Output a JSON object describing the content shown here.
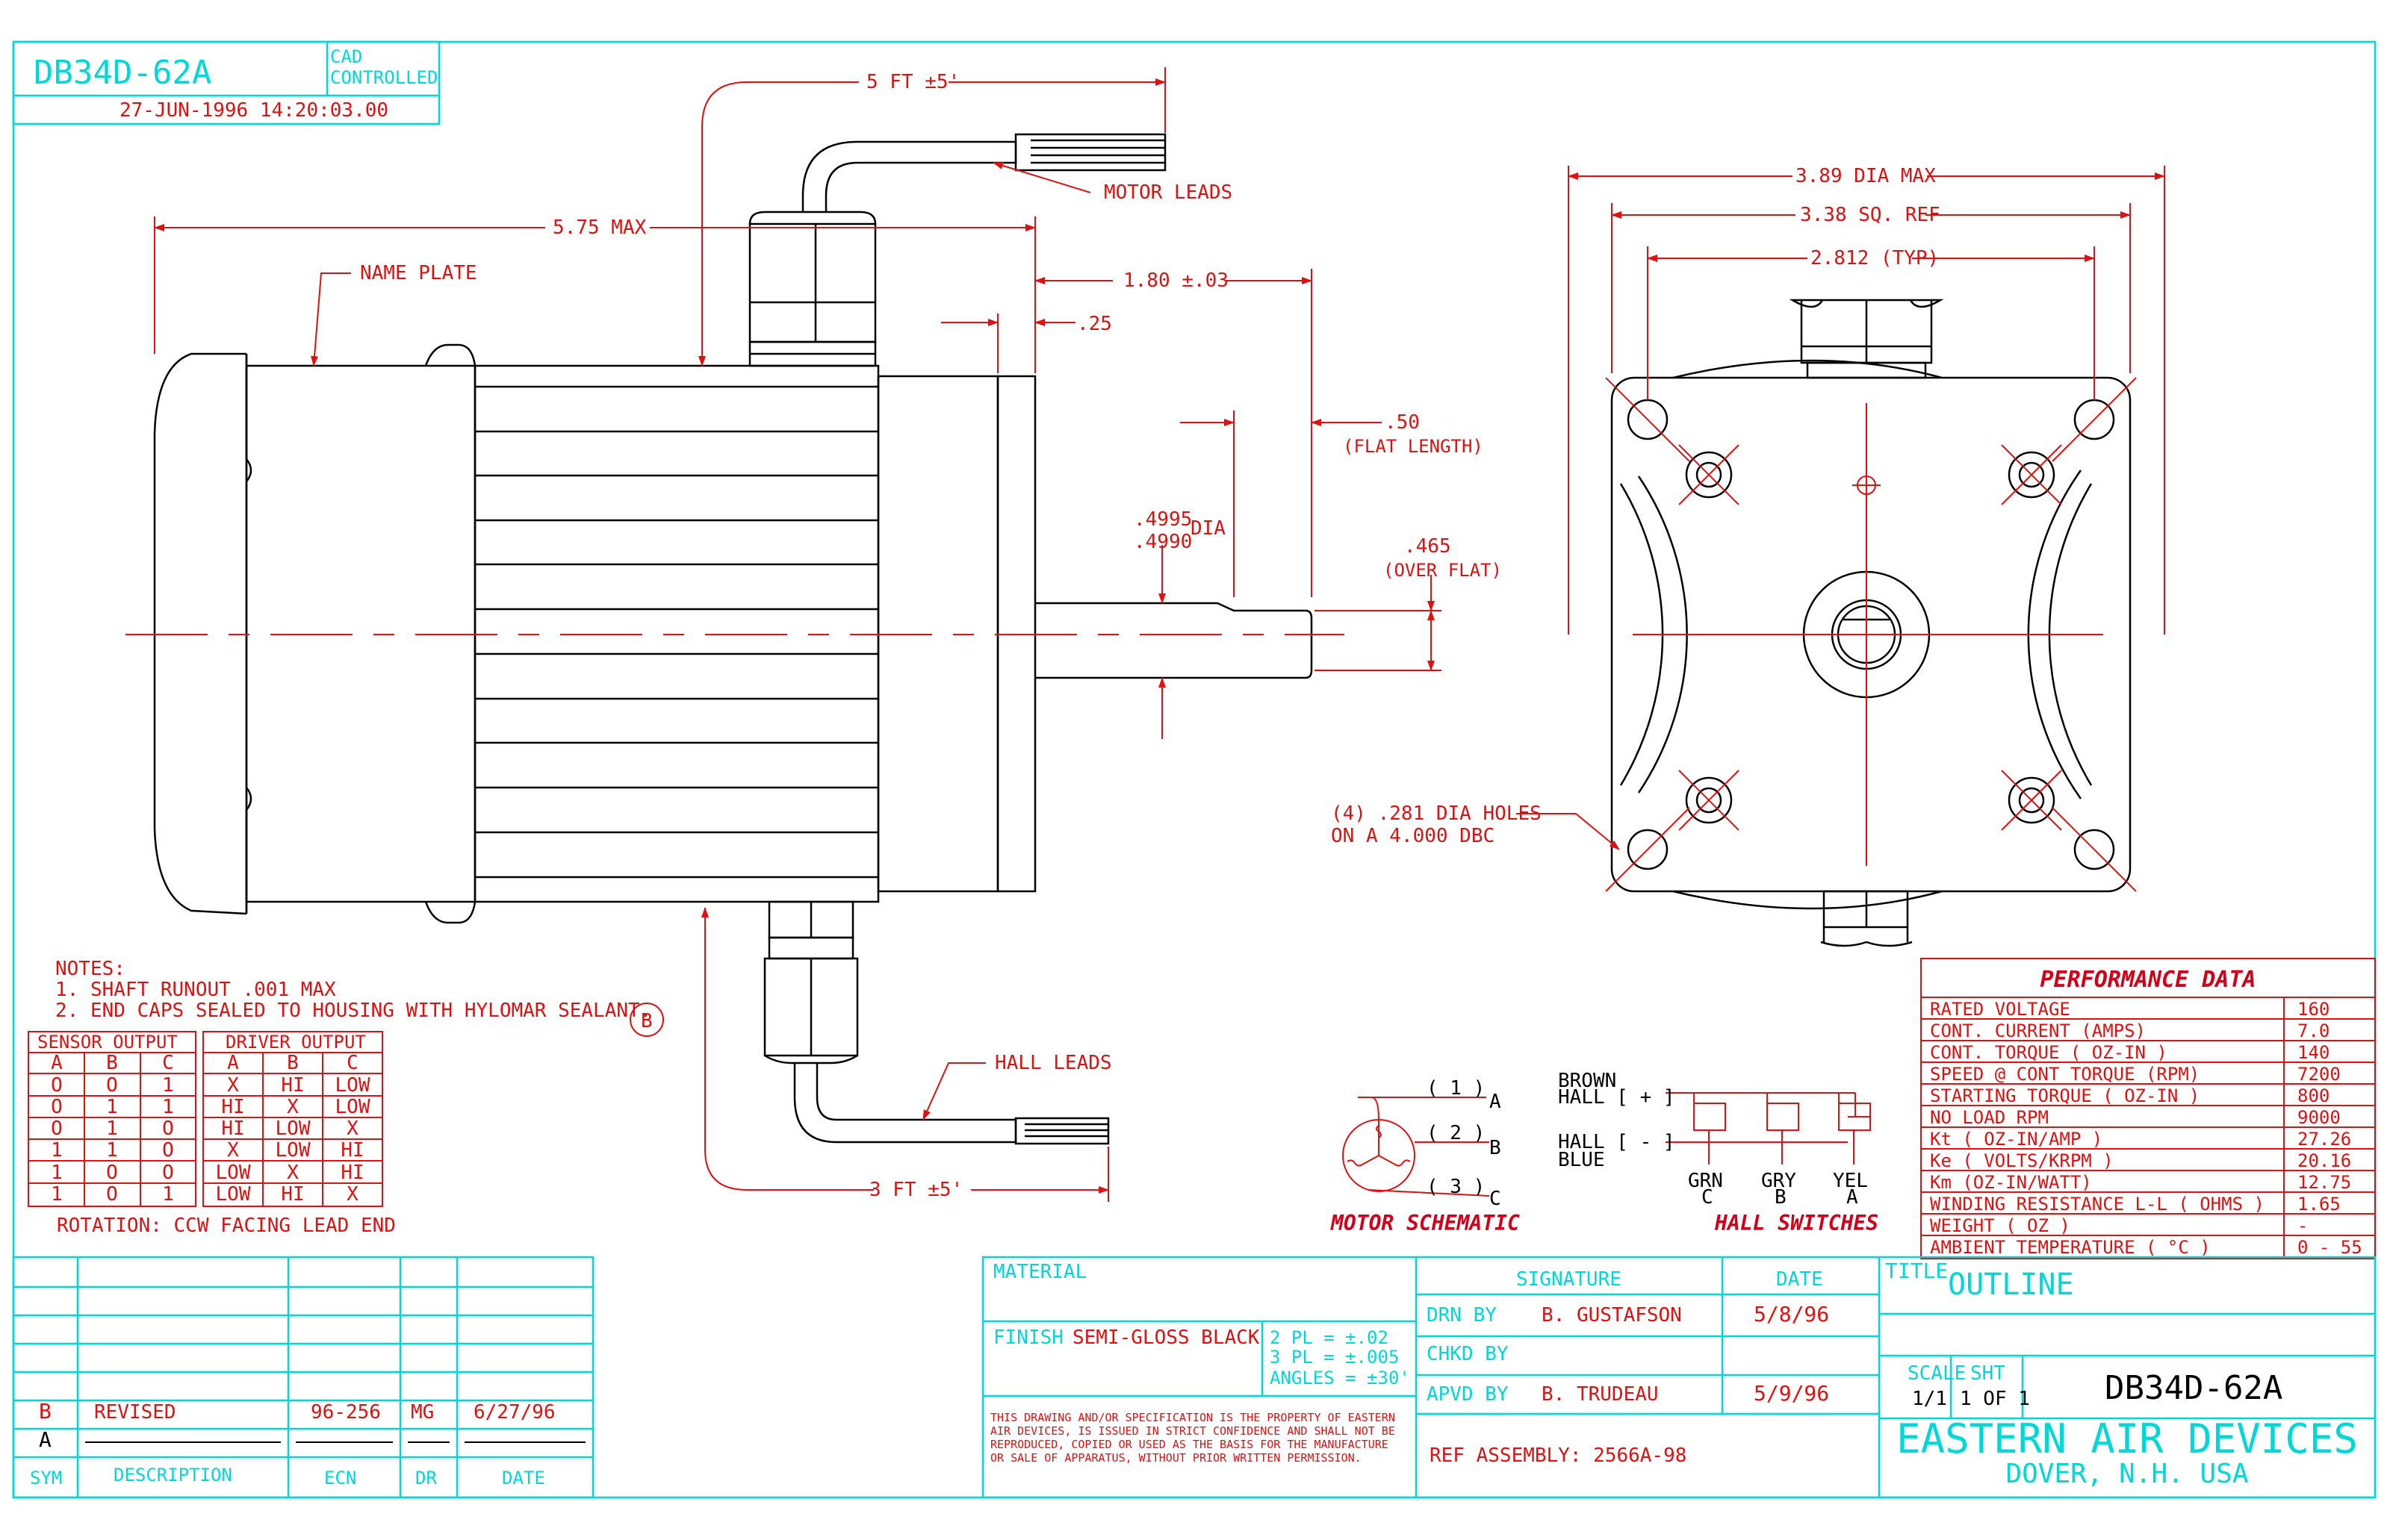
{
  "title_block": {
    "part_number": "DB34D-62A",
    "cad_line1": "CAD",
    "cad_line2": "CONTROLLED",
    "timestamp": "27-JUN-1996 14:20:03.00",
    "material_label": "MATERIAL",
    "finish_label": "FINISH",
    "finish_value": "SEMI-GLOSS BLACK",
    "tol_2pl": "2 PL  = ±.02",
    "tol_3pl": "3 PL  = ±.005",
    "tol_angles": "ANGLES = ±30'",
    "signature_header": "SIGNATURE",
    "date_header": "DATE",
    "drn_label": "DRN BY",
    "drn_name": "B. GUSTAFSON",
    "drn_date": "5/8/96",
    "chkd_label": "CHKD BY",
    "apvd_label": "APVD BY",
    "apvd_name": "B. TRUDEAU",
    "apvd_date": "5/9/96",
    "proprietary_1": "THIS DRAWING AND/OR SPECIFICATION IS THE PROPERTY OF EASTERN",
    "proprietary_2": "AIR DEVICES, IS ISSUED IN STRICT CONFIDENCE AND SHALL NOT BE",
    "proprietary_3": "REPRODUCED, COPIED OR USED AS THE BASIS FOR THE MANUFACTURE",
    "proprietary_4": "OR SALE OF APPARATUS, WITHOUT PRIOR WRITTEN PERMISSION.",
    "ref_assembly": "REF ASSEMBLY: 2566A-98",
    "title_label": "TITLE",
    "title_value": "OUTLINE",
    "scale_label": "SCALE",
    "scale_value": "1/1",
    "sht_label": "SHT",
    "sht_value": "1 OF 1",
    "company": "EASTERN  AIR  DEVICES",
    "location": "DOVER, N.H. USA"
  },
  "revisions": {
    "rows": [
      {
        "sym": "B",
        "description": "REVISED",
        "ecn": "96-256",
        "dr": "MG",
        "date": "6/27/96"
      },
      {
        "sym": "A",
        "description": "",
        "ecn": "",
        "dr": "",
        "date": ""
      }
    ],
    "headers": {
      "sym": "SYM",
      "description": "DESCRIPTION",
      "ecn": "ECN",
      "dr": "DR",
      "date": "DATE"
    }
  },
  "side_view": {
    "overall_length": "5.75 MAX",
    "lead_length_motor": "5 FT ±5'",
    "lead_length_hall": "3 FT ±5'",
    "motor_leads": "MOTOR LEADS",
    "hall_leads": "HALL LEADS",
    "name_plate": "NAME PLATE",
    "shaft_length": "1.80  ±.03",
    "pilot": ".25",
    "flat_length": ".50",
    "flat_length_note": "(FLAT LENGTH)",
    "dia_max": ".4995",
    "dia_min": ".4990",
    "dia_label": "DIA",
    "over_flat": ".465",
    "over_flat_note": "(OVER FLAT)",
    "revision_marker": "B"
  },
  "end_view": {
    "dia_max": "3.89 DIA MAX",
    "sq_ref": "3.38 SQ. REF",
    "typ": "2.812 (TYP)",
    "holes_1": "(4) .281 DIA HOLES",
    "holes_2": "ON A 4.000 DBC"
  },
  "notes": {
    "title": "NOTES:",
    "line1": "1. SHAFT RUNOUT .001 MAX",
    "line2": "2. END CAPS SEALED TO HOUSING WITH HYLOMAR SEALANT."
  },
  "logic_table": {
    "sensor_title": "SENSOR OUTPUT",
    "driver_title": "DRIVER OUTPUT",
    "sensor_cols": [
      "A",
      "B",
      "C"
    ],
    "driver_cols": [
      "A",
      "B",
      "C"
    ],
    "rows": [
      [
        "O",
        "O",
        "1",
        "X",
        "HI",
        "LOW"
      ],
      [
        "O",
        "1",
        "1",
        "HI",
        "X",
        "LOW"
      ],
      [
        "O",
        "1",
        "O",
        "HI",
        "LOW",
        "X"
      ],
      [
        "1",
        "1",
        "O",
        "X",
        "LOW",
        "HI"
      ],
      [
        "1",
        "O",
        "O",
        "LOW",
        "X",
        "HI"
      ],
      [
        "1",
        "O",
        "1",
        "LOW",
        "HI",
        "X"
      ]
    ],
    "rotation": "ROTATION: CCW FACING LEAD END"
  },
  "motor_schematic": {
    "title": "MOTOR SCHEMATIC",
    "lead1": "( 1 )",
    "lead2": "( 2 )",
    "lead3": "( 3 )",
    "phase_a": "A",
    "phase_b": "B",
    "phase_c": "C"
  },
  "hall_switches": {
    "title": "HALL SWITCHES",
    "brown": "BROWN",
    "hall_plus": "HALL [ + ]",
    "hall_minus": "HALL [ - ]",
    "blue": "BLUE",
    "grn": "GRN",
    "gry": "GRY",
    "yel": "YEL",
    "c": "C",
    "b": "B",
    "a": "A"
  },
  "performance": {
    "title": "PERFORMANCE DATA",
    "rows": [
      {
        "label": "RATED VOLTAGE",
        "value": "160"
      },
      {
        "label": "CONT. CURRENT (AMPS)",
        "value": "7.0"
      },
      {
        "label": "CONT. TORQUE    ( OZ-IN )",
        "value": "140"
      },
      {
        "label": "SPEED @ CONT TORQUE (RPM)",
        "value": "7200"
      },
      {
        "label": "STARTING TORQUE    ( OZ-IN )",
        "value": "800"
      },
      {
        "label": "NO LOAD RPM",
        "value": "9000"
      },
      {
        "label": "Kt    ( OZ-IN/AMP )",
        "value": "27.26"
      },
      {
        "label": "Ke    ( VOLTS/KRPM )",
        "value": "20.16"
      },
      {
        "label": "Km    (OZ-IN/WATT)",
        "value": "12.75"
      },
      {
        "label": "WINDING RESISTANCE L-L    ( OHMS )",
        "value": "1.65"
      },
      {
        "label": "WEIGHT    ( OZ )",
        "value": "-"
      },
      {
        "label": "AMBIENT TEMPERATURE    ( °C )",
        "value": "0 - 55"
      }
    ]
  },
  "colors": {
    "frame": "#00d8d8",
    "dimension": "#e01010",
    "outline": "#000000",
    "heading": "#d4001a"
  }
}
